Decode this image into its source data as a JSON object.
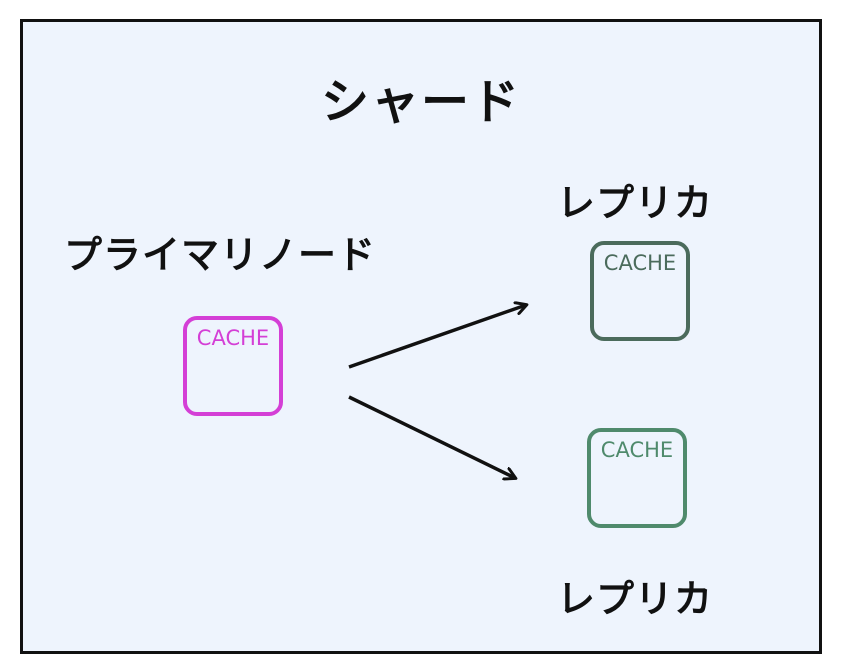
{
  "shard": {
    "title": "シャード"
  },
  "primary": {
    "label": "プライマリノード",
    "badge": "CACHE",
    "color": "#d43fd6"
  },
  "replicas": [
    {
      "label": "レプリカ",
      "badge": "CACHE",
      "color": "#4b6b5c"
    },
    {
      "label": "レプリカ",
      "badge": "CACHE",
      "color": "#4f8a6c"
    }
  ],
  "colors": {
    "background": "#eef4fd",
    "border": "#111111",
    "arrow": "#111111"
  }
}
